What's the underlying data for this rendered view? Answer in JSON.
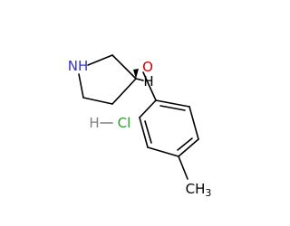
{
  "molecule": {
    "atoms": {
      "nh": {
        "label": "NH",
        "color": "#3333cc"
      },
      "o": {
        "label": "O",
        "color": "#cc0000"
      },
      "h_stereo": {
        "label": "H",
        "color": "#000000"
      },
      "salt_h": {
        "label": "H",
        "color": "#808080"
      },
      "salt_cl": {
        "label": "Cl",
        "color": "#2ca02c"
      },
      "methyl": {
        "label": "CH",
        "subscript": "3",
        "color": "#000000"
      }
    }
  }
}
